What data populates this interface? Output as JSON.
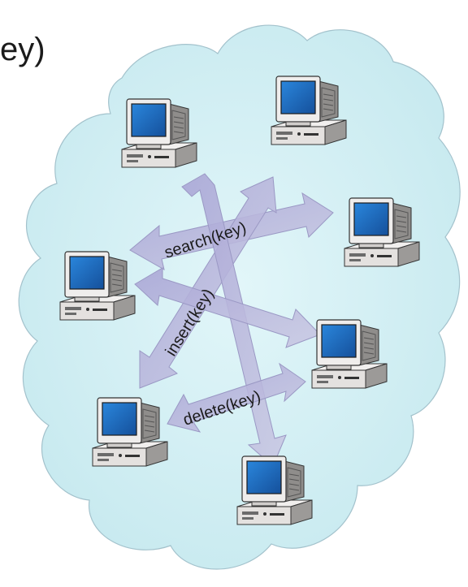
{
  "header": {
    "partial_text": "ey)"
  },
  "colors": {
    "cloud_fill": "#cdeff5",
    "cloud_stroke": "#9fb9c3",
    "arrow_fill": "#b7b5d8",
    "monitor_screen": "#1e6fc4",
    "computer_body": "#e9e6e4",
    "computer_shadow": "#5b5b5b",
    "text": "#1b1b1b"
  },
  "diagram": {
    "nodes": [
      {
        "id": "pc-top-left",
        "icon": "desktop-computer-icon"
      },
      {
        "id": "pc-top-right",
        "icon": "desktop-computer-icon"
      },
      {
        "id": "pc-right",
        "icon": "desktop-computer-icon"
      },
      {
        "id": "pc-left",
        "icon": "desktop-computer-icon"
      },
      {
        "id": "pc-lower-right",
        "icon": "desktop-computer-icon"
      },
      {
        "id": "pc-bottom-left",
        "icon": "desktop-computer-icon"
      },
      {
        "id": "pc-bottom",
        "icon": "desktop-computer-icon"
      }
    ],
    "operations": [
      {
        "label": "search(key)"
      },
      {
        "label": "insert(key)"
      },
      {
        "label": "delete(key)"
      }
    ]
  }
}
